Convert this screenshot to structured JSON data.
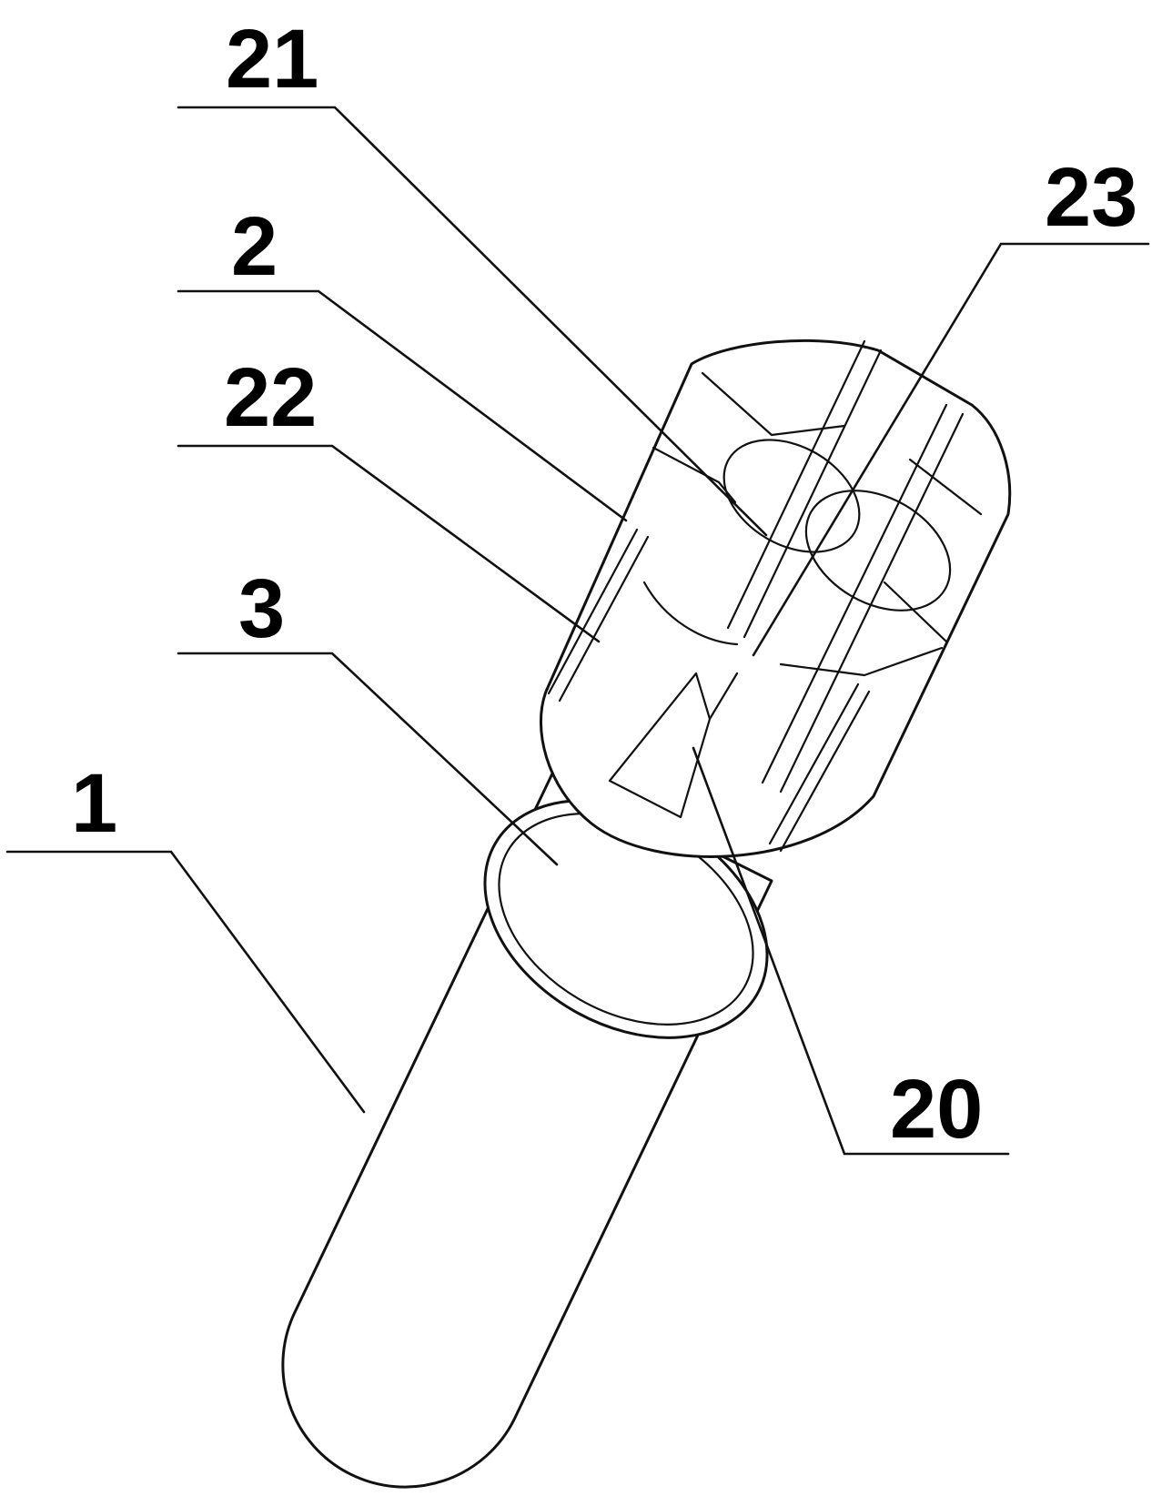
{
  "labels": [
    {
      "key": "l21",
      "text": "21"
    },
    {
      "key": "l2",
      "text": "2"
    },
    {
      "key": "l22",
      "text": "22"
    },
    {
      "key": "l3",
      "text": "3"
    },
    {
      "key": "l1",
      "text": "1"
    },
    {
      "key": "l23",
      "text": "23"
    },
    {
      "key": "l20",
      "text": "20"
    }
  ],
  "colors": {
    "line": "#111111",
    "background": "#ffffff"
  }
}
